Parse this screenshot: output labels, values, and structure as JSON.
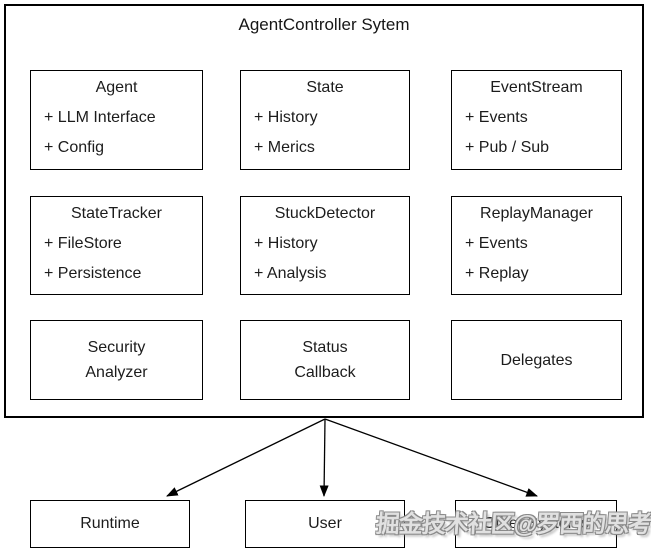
{
  "diagram": {
    "title": "AgentController Sytem",
    "modules": [
      {
        "title": "Agent",
        "items": [
          "+ LLM Interface",
          "+ Config"
        ]
      },
      {
        "title": "State",
        "items": [
          "+ History",
          "+ Merics"
        ]
      },
      {
        "title": "EventStream",
        "items": [
          "+ Events",
          "+ Pub / Sub"
        ]
      },
      {
        "title": "StateTracker",
        "items": [
          "+ FileStore",
          "+ Persistence"
        ]
      },
      {
        "title": "StuckDetector",
        "items": [
          "+ History",
          "+ Analysis"
        ]
      },
      {
        "title": "ReplayManager",
        "items": [
          "+ Events",
          "+ Replay"
        ]
      },
      {
        "title": "Security\nAnalyzer",
        "items": []
      },
      {
        "title": "Status\nCallback",
        "items": []
      },
      {
        "title": "Delegates",
        "items": []
      }
    ],
    "externals": [
      {
        "label": "Runtime"
      },
      {
        "label": "User"
      },
      {
        "label": "Other Systems"
      }
    ],
    "connections": [
      {
        "from": "AgentController Sytem",
        "to": "Runtime"
      },
      {
        "from": "AgentController Sytem",
        "to": "User"
      },
      {
        "from": "AgentController Sytem",
        "to": "Other Systems"
      }
    ],
    "colors": {
      "border": "#000000",
      "background": "#ffffff",
      "text": "#1c1c1c"
    }
  },
  "watermark": {
    "text": "掘金技术社区@罗西的思考"
  }
}
